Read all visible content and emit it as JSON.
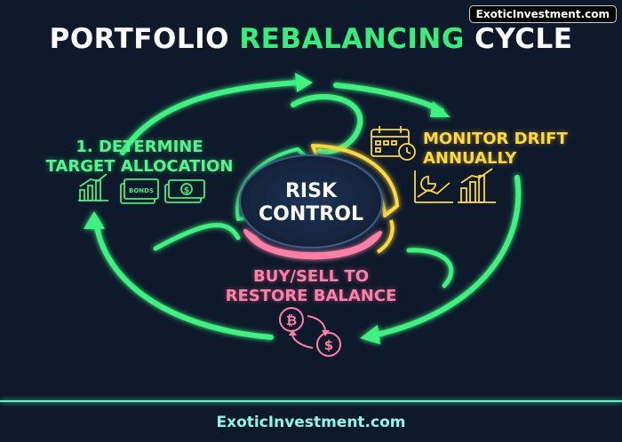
{
  "watermark": "ExoticInvestment.com",
  "title": {
    "part1": "PORTFOLIO ",
    "part2": "REBALANCING",
    "part3": " CYCLE"
  },
  "center": {
    "line1": "RISK",
    "line2": "CONTROL"
  },
  "steps": [
    {
      "line1": "1. DETERMINE",
      "line2": "TARGET ALLOCATION"
    },
    {
      "line1": "MONITOR DRIFT",
      "line2": "ANNUALLY"
    },
    {
      "line1": "BUY/SELL TO",
      "line2": "RESTORE BALANCE"
    }
  ],
  "icons": {
    "bonds_label": "BONDS",
    "bitcoin_symbol": "₿",
    "dollar_symbol": "$"
  },
  "colors": {
    "background": "#0e1a2b",
    "green": "#3cf27e",
    "yellow": "#ffd83a",
    "pink": "#ff7fa6",
    "footer": "#8ff6ee"
  },
  "footer": "ExoticInvestment.com"
}
